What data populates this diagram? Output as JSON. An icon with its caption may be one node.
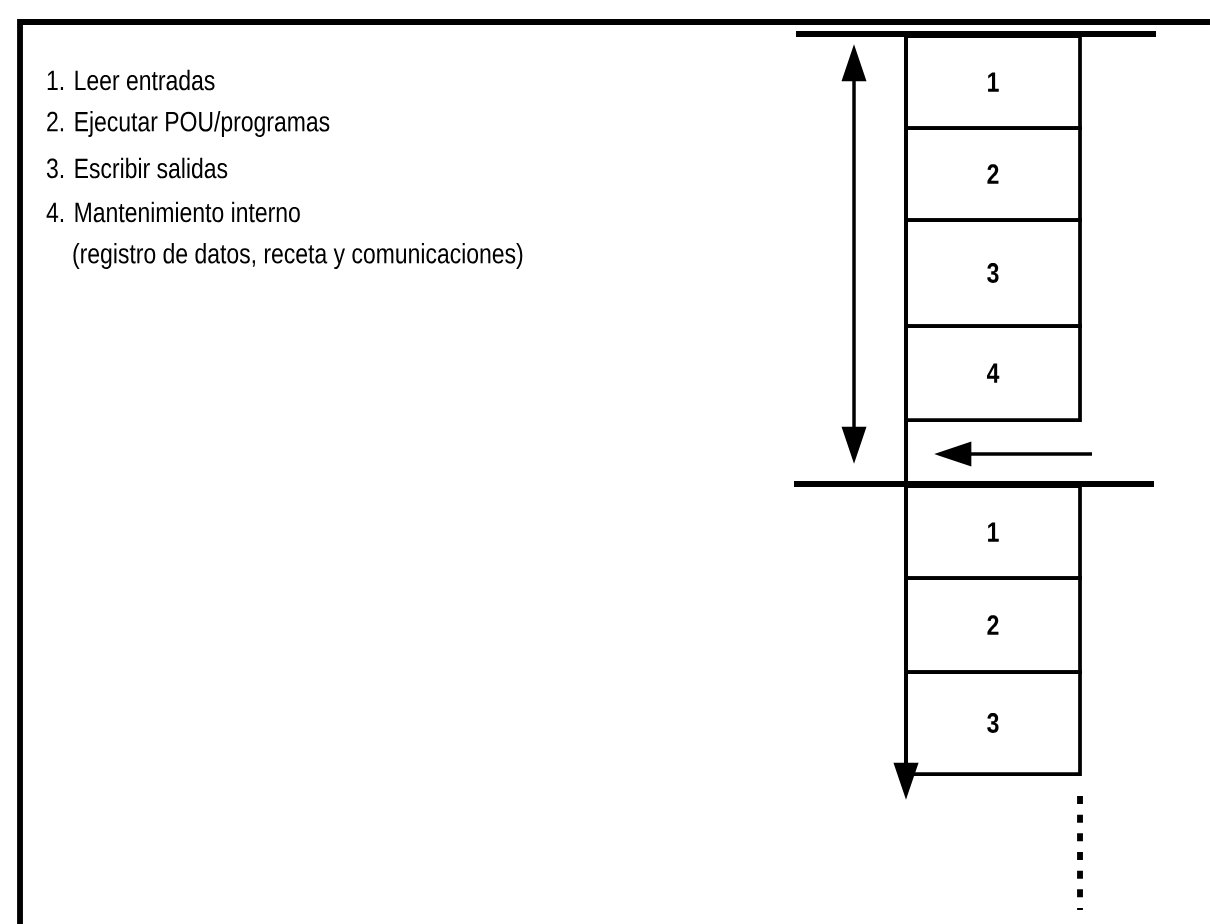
{
  "diagram": {
    "nodes": [
      {
        "text": [
          "1"
        ]
      },
      {
        "text": [
          "2"
        ]
      },
      {
        "text": [
          "3"
        ]
      },
      {
        "text": [
          "4"
        ]
      },
      {
        "text": [
          "1"
        ]
      },
      {
        "text": [
          "2"
        ]
      },
      {
        "text": [
          "3"
        ]
      }
    ],
    "labels": [
      "1. Leer entradas",
      "2. Ejecutar POU/programas",
      "3. Escribir salidas",
      "4. Mantenimiento interno",
      "(registro de datos, receta y comunicaciones)"
    ]
  }
}
